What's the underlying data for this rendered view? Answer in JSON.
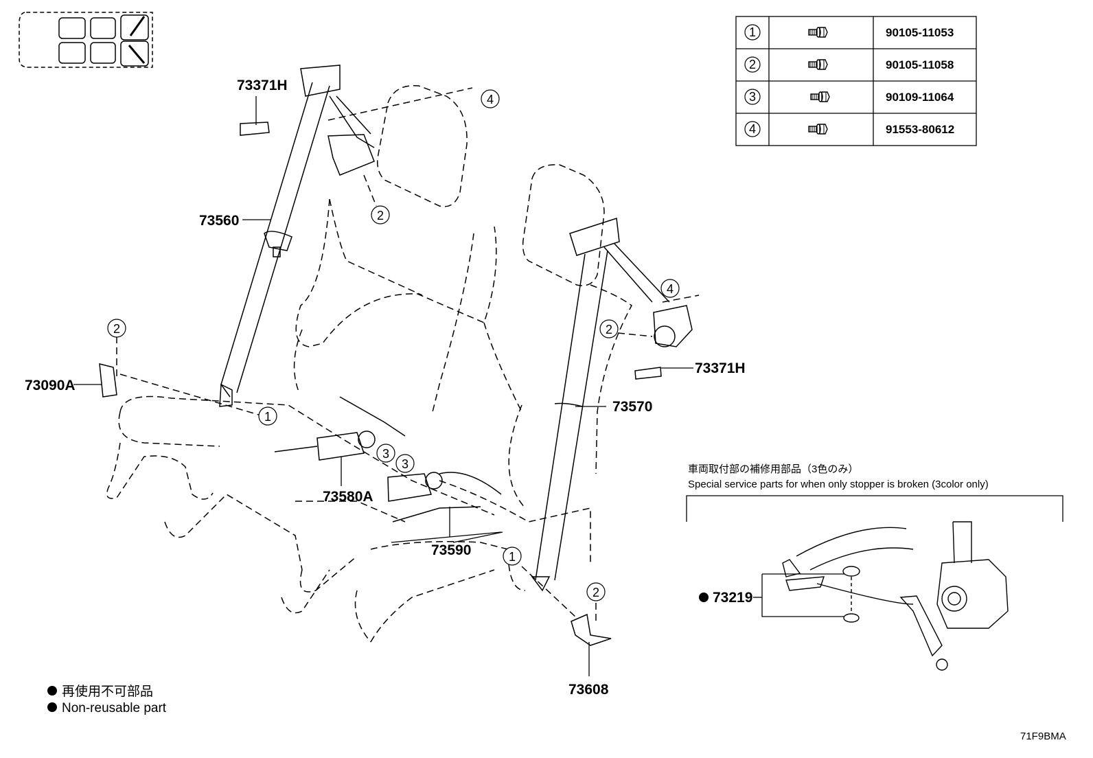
{
  "parts_table": [
    {
      "index": "1",
      "part_number": "90105-11053",
      "icon": "bolt-icon"
    },
    {
      "index": "2",
      "part_number": "90105-11058",
      "icon": "bolt-icon"
    },
    {
      "index": "3",
      "part_number": "90109-11064",
      "icon": "bolt-icon"
    },
    {
      "index": "4",
      "part_number": "91553-80612",
      "icon": "bolt-icon"
    }
  ],
  "callouts": {
    "p73371h_top": "73371H",
    "p73560": "73560",
    "p73090a": "73090A",
    "p73371h_right": "73371H",
    "p73570": "73570",
    "p73580a": "73580A",
    "p73590": "73590",
    "p73608": "73608",
    "p73219": "73219"
  },
  "fastener_refs": {
    "c1": "1",
    "c2": "2",
    "c3": "3",
    "c4": "4"
  },
  "service_note": {
    "jp": "車両取付部の補修用部品（3色のみ）",
    "en": "Special service parts for when only stopper is broken (3color only)"
  },
  "legend": {
    "jp": "再使用不可部品",
    "en": "Non-reusable part"
  },
  "diagram_code": "71F9BMA",
  "colors": {
    "line": "#000000",
    "background": "#ffffff"
  }
}
